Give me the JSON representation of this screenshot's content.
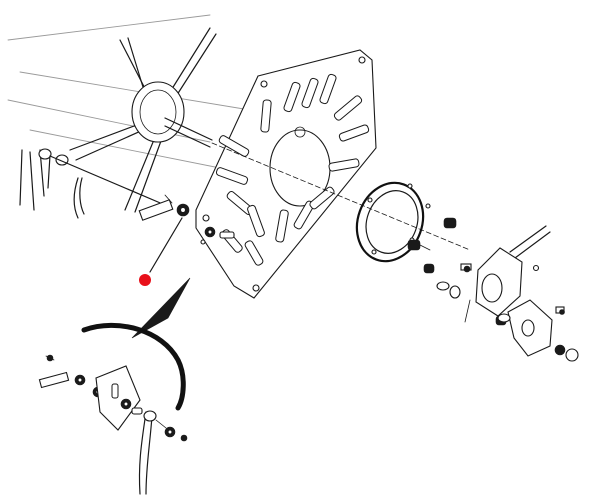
{
  "diagram": {
    "marker_color": "#e8101a",
    "line_color": "#1a1a1a",
    "background": "#ffffff",
    "icons": [
      "reel-spoke-assembly",
      "mounting-plate",
      "gasket-ring",
      "lever-arm",
      "pointer-marker",
      "detail-inset"
    ]
  }
}
